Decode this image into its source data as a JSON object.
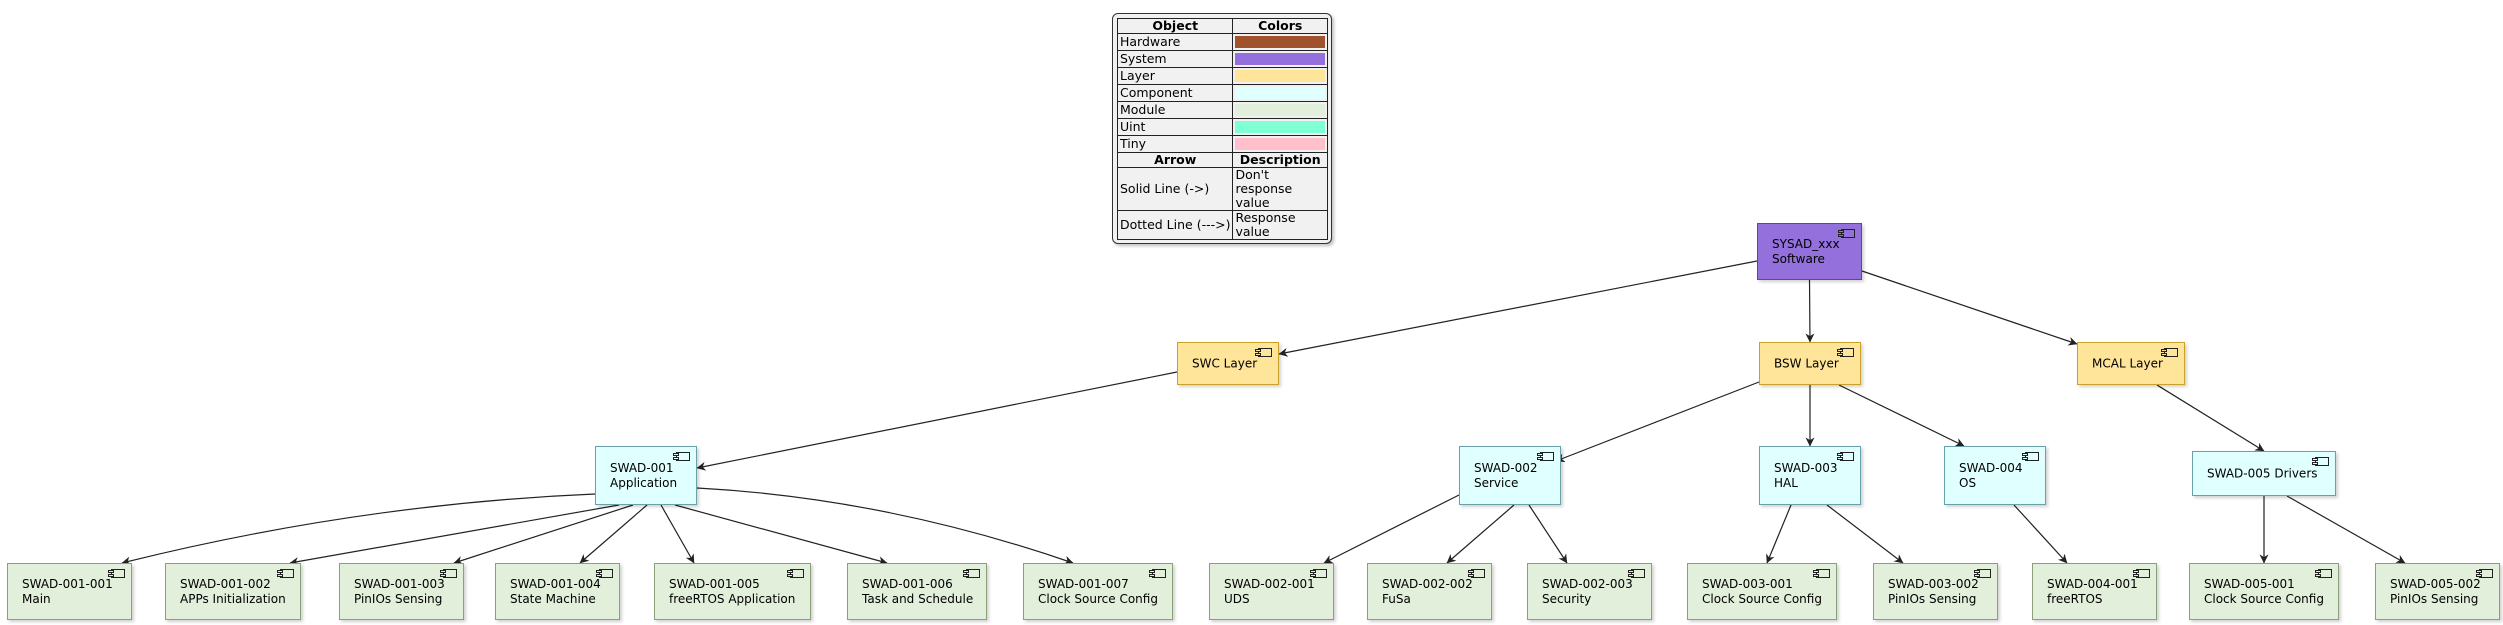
{
  "legend": {
    "header_object": "Object",
    "header_colors": "Colors",
    "objects": [
      {
        "name": "Hardware",
        "color": "#A0522D"
      },
      {
        "name": "System",
        "color": "#9370DB"
      },
      {
        "name": "Layer",
        "color": "#FFE599"
      },
      {
        "name": "Component",
        "color": "#E0FFFF"
      },
      {
        "name": "Module",
        "color": "#E2EFDA"
      },
      {
        "name": "Uint",
        "color": "#7FFFD4"
      },
      {
        "name": "Tiny",
        "color": "#FFC0CB"
      }
    ],
    "header_arrow": "Arrow",
    "header_description": "Description",
    "arrows": [
      {
        "name": "Solid Line (->)",
        "description": "Don't response value"
      },
      {
        "name": "Dotted Line (--->)",
        "description": "Response value"
      }
    ]
  },
  "nodes": [
    {
      "id": "sys",
      "kind": "System",
      "lines": [
        "SYSAD_xxx",
        "Software"
      ]
    },
    {
      "id": "swc",
      "kind": "Layer",
      "lines": [
        "SWC Layer"
      ]
    },
    {
      "id": "bsw",
      "kind": "Layer",
      "lines": [
        "BSW Layer"
      ]
    },
    {
      "id": "mcal",
      "kind": "Layer",
      "lines": [
        "MCAL Layer"
      ]
    },
    {
      "id": "c001",
      "kind": "Component",
      "lines": [
        "SWAD-001",
        "Application"
      ]
    },
    {
      "id": "c002",
      "kind": "Component",
      "lines": [
        "SWAD-002",
        "Service"
      ]
    },
    {
      "id": "c003",
      "kind": "Component",
      "lines": [
        "SWAD-003",
        "HAL"
      ]
    },
    {
      "id": "c004",
      "kind": "Component",
      "lines": [
        "SWAD-004",
        "OS"
      ]
    },
    {
      "id": "c005",
      "kind": "Component",
      "lines": [
        "SWAD-005 Drivers"
      ]
    },
    {
      "id": "m001_001",
      "kind": "Module",
      "lines": [
        "SWAD-001-001",
        "Main"
      ]
    },
    {
      "id": "m001_002",
      "kind": "Module",
      "lines": [
        "SWAD-001-002",
        "APPs Initialization"
      ]
    },
    {
      "id": "m001_003",
      "kind": "Module",
      "lines": [
        "SWAD-001-003",
        "PinIOs Sensing"
      ]
    },
    {
      "id": "m001_004",
      "kind": "Module",
      "lines": [
        "SWAD-001-004",
        "State Machine"
      ]
    },
    {
      "id": "m001_005",
      "kind": "Module",
      "lines": [
        "SWAD-001-005",
        "freeRTOS Application"
      ]
    },
    {
      "id": "m001_006",
      "kind": "Module",
      "lines": [
        "SWAD-001-006",
        "Task and Schedule"
      ]
    },
    {
      "id": "m001_007",
      "kind": "Module",
      "lines": [
        "SWAD-001-007",
        "Clock Source Config"
      ]
    },
    {
      "id": "m002_001",
      "kind": "Module",
      "lines": [
        "SWAD-002-001",
        "UDS"
      ]
    },
    {
      "id": "m002_002",
      "kind": "Module",
      "lines": [
        "SWAD-002-002",
        "FuSa"
      ]
    },
    {
      "id": "m002_003",
      "kind": "Module",
      "lines": [
        "SWAD-002-003",
        "Security"
      ]
    },
    {
      "id": "m003_001",
      "kind": "Module",
      "lines": [
        "SWAD-003-001",
        "Clock Source Config"
      ]
    },
    {
      "id": "m003_002",
      "kind": "Module",
      "lines": [
        "SWAD-003-002",
        "PinIOs Sensing"
      ]
    },
    {
      "id": "m004_001",
      "kind": "Module",
      "lines": [
        "SWAD-004-001",
        "freeRTOS"
      ]
    },
    {
      "id": "m005_001",
      "kind": "Module",
      "lines": [
        "SWAD-005-001",
        "Clock Source Config"
      ]
    },
    {
      "id": "m005_002",
      "kind": "Module",
      "lines": [
        "SWAD-005-002",
        "PinIOs Sensing"
      ]
    }
  ],
  "edges": [
    {
      "from": "sys",
      "to": "swc",
      "style": "solid"
    },
    {
      "from": "sys",
      "to": "bsw",
      "style": "solid"
    },
    {
      "from": "sys",
      "to": "mcal",
      "style": "solid"
    },
    {
      "from": "swc",
      "to": "c001",
      "style": "solid"
    },
    {
      "from": "bsw",
      "to": "c002",
      "style": "solid"
    },
    {
      "from": "bsw",
      "to": "c003",
      "style": "solid"
    },
    {
      "from": "bsw",
      "to": "c004",
      "style": "solid"
    },
    {
      "from": "mcal",
      "to": "c005",
      "style": "solid"
    },
    {
      "from": "c001",
      "to": "m001_001",
      "style": "solid"
    },
    {
      "from": "c001",
      "to": "m001_002",
      "style": "solid"
    },
    {
      "from": "c001",
      "to": "m001_003",
      "style": "solid"
    },
    {
      "from": "c001",
      "to": "m001_004",
      "style": "solid"
    },
    {
      "from": "c001",
      "to": "m001_005",
      "style": "solid"
    },
    {
      "from": "c001",
      "to": "m001_006",
      "style": "solid"
    },
    {
      "from": "c001",
      "to": "m001_007",
      "style": "solid"
    },
    {
      "from": "c002",
      "to": "m002_001",
      "style": "solid"
    },
    {
      "from": "c002",
      "to": "m002_002",
      "style": "solid"
    },
    {
      "from": "c002",
      "to": "m002_003",
      "style": "solid"
    },
    {
      "from": "c003",
      "to": "m003_001",
      "style": "solid"
    },
    {
      "from": "c003",
      "to": "m003_002",
      "style": "solid"
    },
    {
      "from": "c004",
      "to": "m004_001",
      "style": "solid"
    },
    {
      "from": "c005",
      "to": "m005_001",
      "style": "solid"
    },
    {
      "from": "c005",
      "to": "m005_002",
      "style": "solid"
    }
  ]
}
